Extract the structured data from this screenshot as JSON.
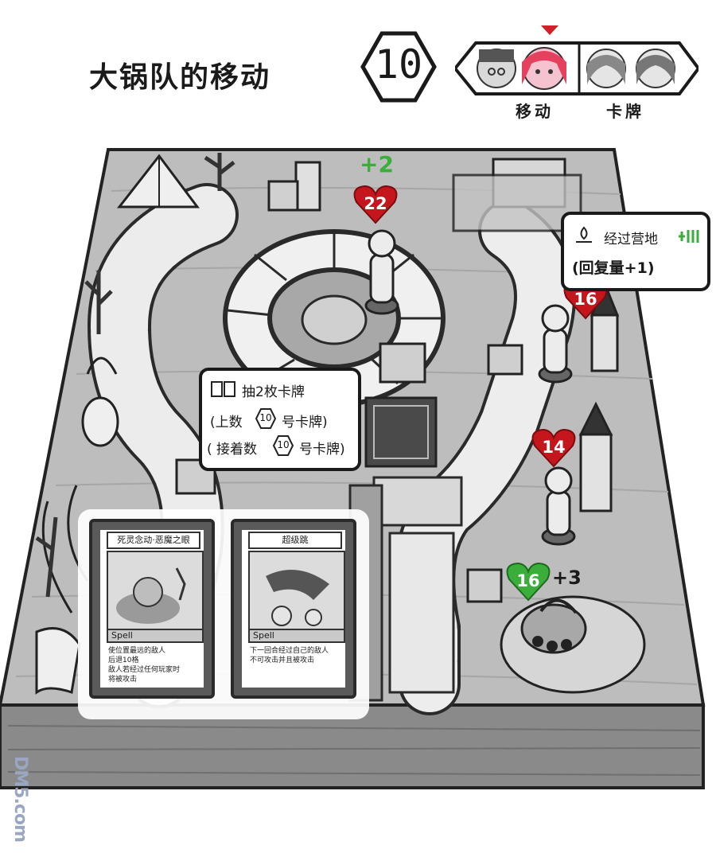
{
  "title": "大锅队的移动",
  "round": {
    "number": "10"
  },
  "turn_order": {
    "players": [
      "player-1",
      "player-2",
      "player-3",
      "player-4"
    ],
    "active_index": 1,
    "move_label": "移动",
    "card_label": "卡牌"
  },
  "callouts": {
    "camp": {
      "text": "经过营地",
      "heal_text": "(回复量+1)"
    },
    "draw": {
      "line1": "抽2枚卡牌",
      "line2_pre": "(上数",
      "line2_post": "号卡牌)",
      "line3_pre": "( 接着数",
      "line3_post": "号卡牌)",
      "deck_number": "10"
    }
  },
  "pieces": [
    {
      "hp": "22",
      "delta": "+2"
    },
    {
      "hp": "16"
    },
    {
      "hp": "14"
    },
    {
      "hp": "16",
      "delta": "+3"
    }
  ],
  "cards": [
    {
      "title": "死灵念动·恶魔之眼",
      "type": "Spell",
      "text": "使位置最远的敌人\n后退10格\n敌人若经过任何玩家时\n将被攻击"
    },
    {
      "title": "超级跳",
      "type": "Spell",
      "text": "下一回合经过自己的敌人\n不可攻击并且被攻击"
    }
  ],
  "colors": {
    "heart": "#c4161c",
    "heal": "#3aad3a",
    "board": "#b9b9b9",
    "path_light": "#ececec",
    "path_dark": "#9a9a9a",
    "active_player": "#e5415f"
  },
  "watermark": "DM5.com"
}
